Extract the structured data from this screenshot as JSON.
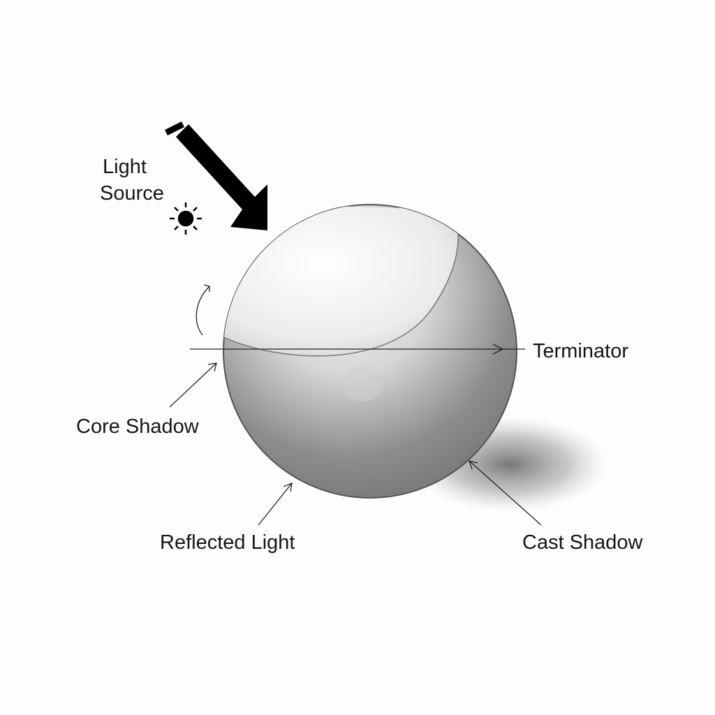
{
  "labels": {
    "light_source_line1": "Light",
    "light_source_line2": "Source",
    "terminator": "Terminator",
    "core_shadow": "Core Shadow",
    "reflected_light": "Reflected Light",
    "cast_shadow": "Cast Shadow"
  },
  "colors": {
    "ink": "#111111",
    "paper": "#fdfdfd"
  }
}
